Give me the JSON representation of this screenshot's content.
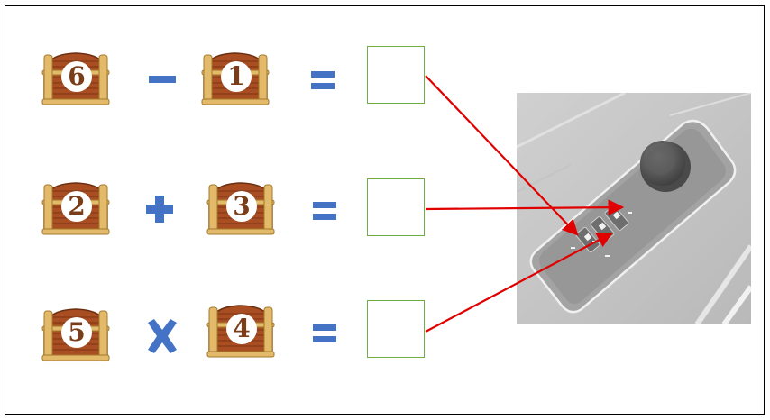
{
  "colors": {
    "operator": "#4472c4",
    "answer_border": "#70ad47",
    "arrow": "#e00000",
    "chest_wood": "#a94d22",
    "chest_band": "#e3ba6a"
  },
  "rows": [
    {
      "left": "6",
      "operator": "minus",
      "right": "1"
    },
    {
      "left": "2",
      "operator": "plus",
      "right": "3"
    },
    {
      "left": "5",
      "operator": "times",
      "right": "4"
    }
  ],
  "lock_image": {
    "description_icon": "combination-lock-photo"
  }
}
